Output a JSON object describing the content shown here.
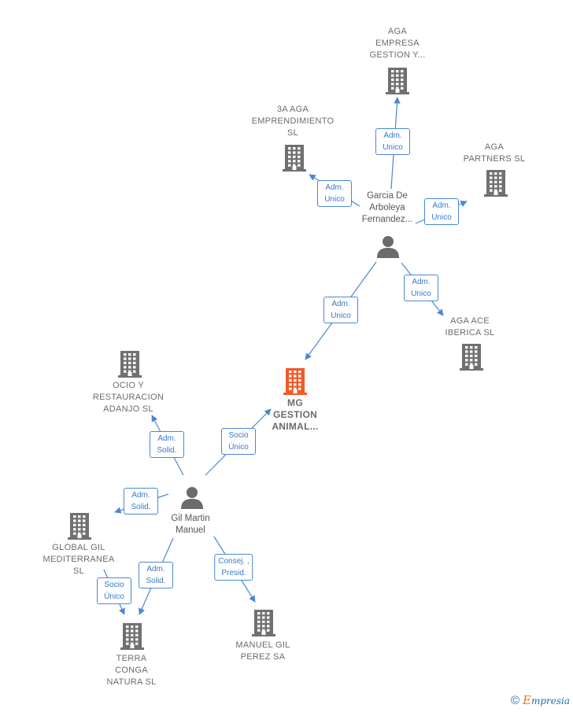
{
  "companies": [
    {
      "id": "aga-empresa",
      "label": "AGA\nEMPRESA\nGESTION Y...",
      "focus": false
    },
    {
      "id": "3a-aga",
      "label": "3A AGA\nEMPRENDIMIENTO\nSL",
      "focus": false
    },
    {
      "id": "aga-partners",
      "label": "AGA\nPARTNERS  SL",
      "focus": false
    },
    {
      "id": "aga-ace",
      "label": "AGA ACE\nIBERICA  SL",
      "focus": false
    },
    {
      "id": "mg-gestion",
      "label": "MG\nGESTION\nANIMAL...",
      "focus": true
    },
    {
      "id": "ocio",
      "label": "OCIO Y\nRESTAURACION\nADANJO SL",
      "focus": false
    },
    {
      "id": "global-gil",
      "label": "GLOBAL GIL\nMEDITERRANEA\nSL",
      "focus": false
    },
    {
      "id": "terra",
      "label": "TERRA\nCONGA\nNATURA SL",
      "focus": false
    },
    {
      "id": "manuel-gil",
      "label": "MANUEL GIL\nPEREZ SA",
      "focus": false
    }
  ],
  "persons": [
    {
      "id": "garcia",
      "label": "Garcia De\nArboleya\nFernandez..."
    },
    {
      "id": "gil-martin",
      "label": "Gil Martin\nManuel"
    }
  ],
  "relations": [
    {
      "id": "r1",
      "label": "Adm.\nUnico"
    },
    {
      "id": "r2",
      "label": "Adm.\nUnico"
    },
    {
      "id": "r3",
      "label": "Adm.\nUnico"
    },
    {
      "id": "r4",
      "label": "Adm.\nUnico"
    },
    {
      "id": "r5",
      "label": "Adm.\nUnico"
    },
    {
      "id": "r6",
      "label": "Socio\nÚnico"
    },
    {
      "id": "r7",
      "label": "Adm.\nSolid."
    },
    {
      "id": "r8",
      "label": "Adm.\nSolid."
    },
    {
      "id": "r9",
      "label": "Adm.\nSolid."
    },
    {
      "id": "r10",
      "label": "Consej. ,\nPresid."
    },
    {
      "id": "r11",
      "label": "Socio\nÚnico"
    }
  ],
  "footer": {
    "copyright_symbol": "©",
    "brand_first": "E",
    "brand_rest": "mpresia"
  },
  "colors": {
    "edge": "#4a86d1",
    "company": "#707070",
    "focus_company": "#f05a28",
    "person": "#6b6b6b"
  }
}
